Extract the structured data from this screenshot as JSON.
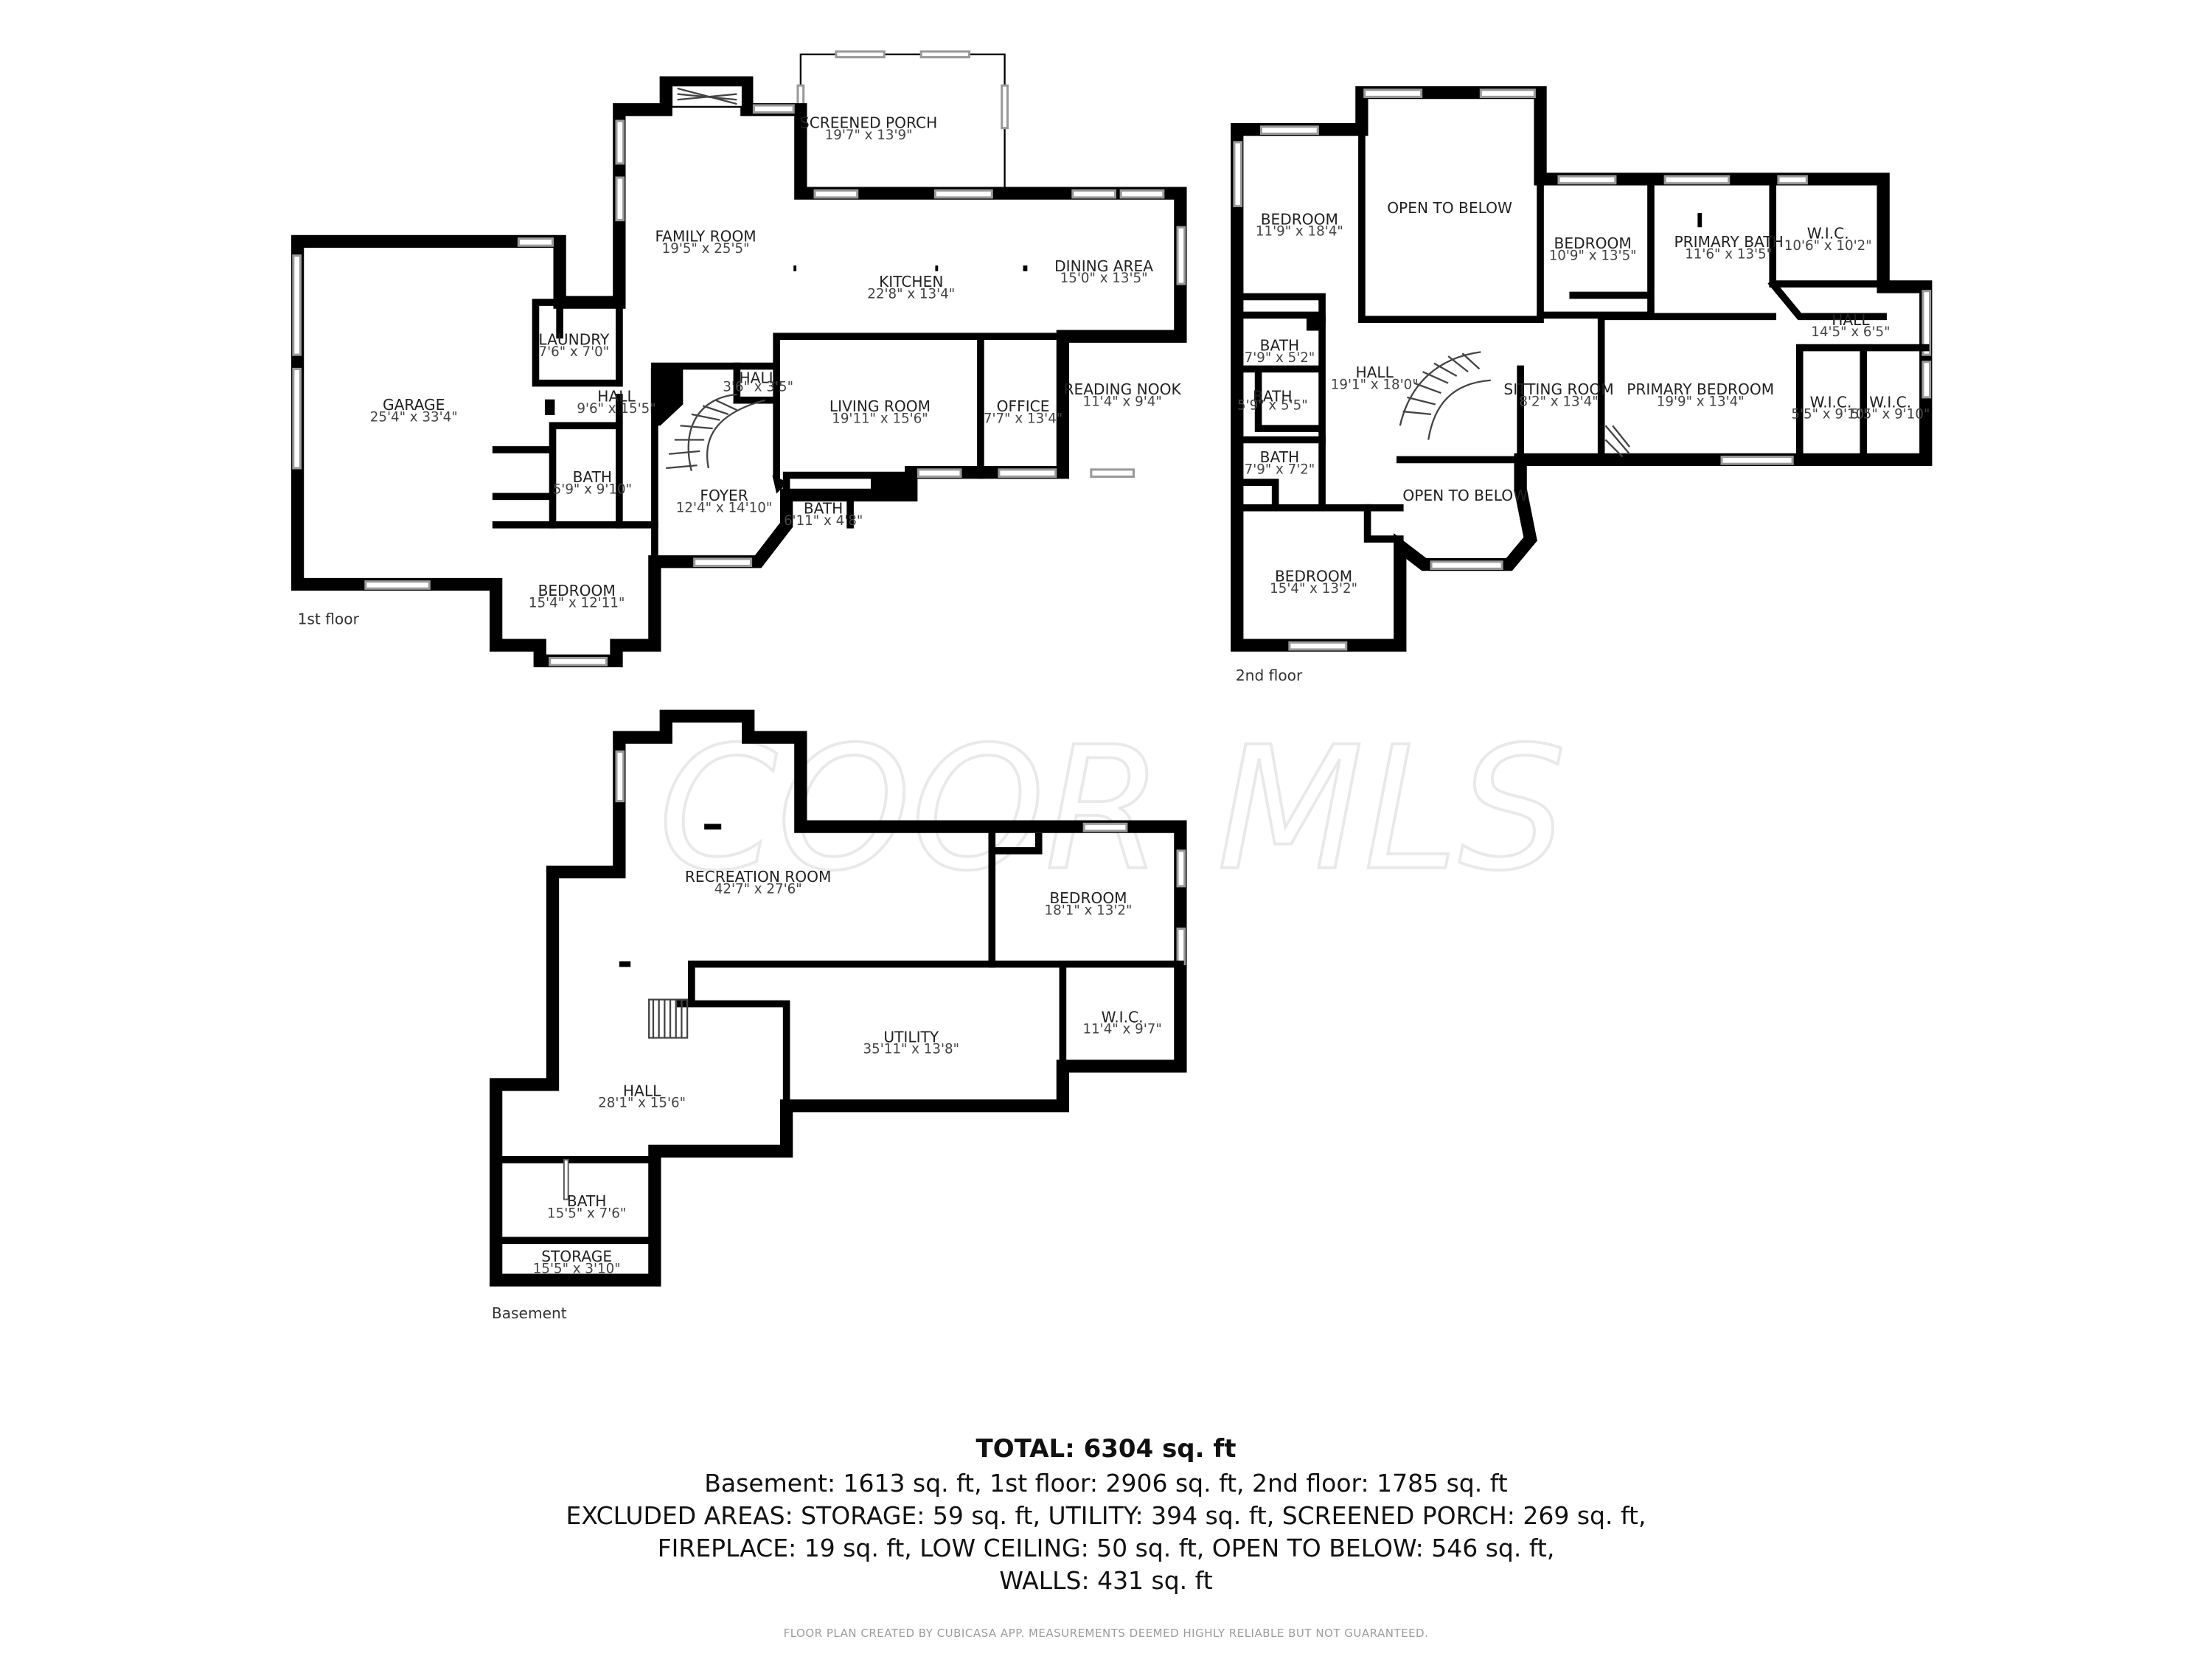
{
  "watermark": "COOR MLS",
  "floors": {
    "first": {
      "label": "1st floor",
      "rooms": [
        {
          "id": "screened-porch",
          "name": "SCREENED PORCH",
          "dims": "19'7\" x 13'9\""
        },
        {
          "id": "family-room",
          "name": "FAMILY ROOM",
          "dims": "19'5\" x 25'5\""
        },
        {
          "id": "kitchen",
          "name": "KITCHEN",
          "dims": "22'8\" x 13'4\""
        },
        {
          "id": "dining-area",
          "name": "DINING AREA",
          "dims": "15'0\" x 13'5\""
        },
        {
          "id": "laundry",
          "name": "LAUNDRY",
          "dims": "7'6\" x 7'0\""
        },
        {
          "id": "hall-small",
          "name": "HALL",
          "dims": "3'6\" x 3'5\""
        },
        {
          "id": "garage",
          "name": "GARAGE",
          "dims": "25'4\" x 33'4\""
        },
        {
          "id": "hall",
          "name": "HALL",
          "dims": "9'6\" x 15'5\""
        },
        {
          "id": "living-room",
          "name": "LIVING ROOM",
          "dims": "19'11\" x 15'6\""
        },
        {
          "id": "office",
          "name": "OFFICE",
          "dims": "7'7\" x 13'4\""
        },
        {
          "id": "reading-nook",
          "name": "READING NOOK",
          "dims": "11'4\" x 9'4\""
        },
        {
          "id": "bath",
          "name": "BATH",
          "dims": "5'9\" x 9'10\""
        },
        {
          "id": "foyer",
          "name": "FOYER",
          "dims": "12'4\" x 14'10\""
        },
        {
          "id": "bath-half",
          "name": "BATH",
          "dims": "6'11\" x 4'8\""
        },
        {
          "id": "bedroom",
          "name": "BEDROOM",
          "dims": "15'4\" x 12'11\""
        }
      ]
    },
    "second": {
      "label": "2nd floor",
      "rooms": [
        {
          "id": "bedroom-nw",
          "name": "BEDROOM",
          "dims": "11'9\" x 18'4\""
        },
        {
          "id": "open-to-below-top",
          "name": "OPEN TO BELOW",
          "dims": ""
        },
        {
          "id": "bedroom-n",
          "name": "BEDROOM",
          "dims": "10'9\" x 13'5\""
        },
        {
          "id": "primary-bath",
          "name": "PRIMARY BATH",
          "dims": "11'6\" x 13'5\""
        },
        {
          "id": "wic-top",
          "name": "W.I.C.",
          "dims": "10'6\" x 10'2\""
        },
        {
          "id": "hall-east",
          "name": "HALL",
          "dims": "14'5\" x 6'5\""
        },
        {
          "id": "bath-1",
          "name": "BATH",
          "dims": "7'9\" x 5'2\""
        },
        {
          "id": "bath-2",
          "name": "BATH",
          "dims": "5'9\" x 5'5\""
        },
        {
          "id": "hall-center",
          "name": "HALL",
          "dims": "19'1\" x 18'0\""
        },
        {
          "id": "sitting-room",
          "name": "SITTING ROOM",
          "dims": "8'2\" x 13'4\""
        },
        {
          "id": "primary-bedroom",
          "name": "PRIMARY BEDROOM",
          "dims": "19'9\" x 13'4\""
        },
        {
          "id": "wic-a",
          "name": "W.I.C.",
          "dims": "5'5\" x 9'10\""
        },
        {
          "id": "wic-b",
          "name": "W.I.C.",
          "dims": "5'5\" x 9'10\""
        },
        {
          "id": "bath-3",
          "name": "BATH",
          "dims": "7'9\" x 7'2\""
        },
        {
          "id": "open-to-below-bottom",
          "name": "OPEN TO BELOW",
          "dims": ""
        },
        {
          "id": "bedroom-sw",
          "name": "BEDROOM",
          "dims": "15'4\" x 13'2\""
        }
      ]
    },
    "basement": {
      "label": "Basement",
      "rooms": [
        {
          "id": "recreation-room",
          "name": "RECREATION ROOM",
          "dims": "42'7\" x 27'6\""
        },
        {
          "id": "bedroom",
          "name": "BEDROOM",
          "dims": "18'1\" x 13'2\""
        },
        {
          "id": "wic",
          "name": "W.I.C.",
          "dims": "11'4\" x 9'7\""
        },
        {
          "id": "utility",
          "name": "UTILITY",
          "dims": "35'11\" x 13'8\""
        },
        {
          "id": "hall",
          "name": "HALL",
          "dims": "28'1\" x 15'6\""
        },
        {
          "id": "bath",
          "name": "BATH",
          "dims": "15'5\" x 7'6\""
        },
        {
          "id": "storage",
          "name": "STORAGE",
          "dims": "15'5\" x 3'10\""
        }
      ]
    }
  },
  "summary": {
    "total": "TOTAL: 6304 sq. ft",
    "line1": "Basement: 1613 sq. ft, 1st floor: 2906 sq. ft, 2nd floor: 1785 sq. ft",
    "line2": "EXCLUDED AREAS: STORAGE: 59 sq. ft, UTILITY: 394 sq. ft, SCREENED PORCH: 269 sq. ft,",
    "line3": "FIREPLACE: 19 sq. ft, LOW CEILING: 50 sq. ft, OPEN TO BELOW: 546 sq. ft,",
    "line4": "WALLS: 431 sq. ft",
    "disclaimer": "FLOOR PLAN CREATED BY CUBICASA APP. MEASUREMENTS DEEMED HIGHLY RELIABLE BUT NOT GUARANTEED."
  }
}
